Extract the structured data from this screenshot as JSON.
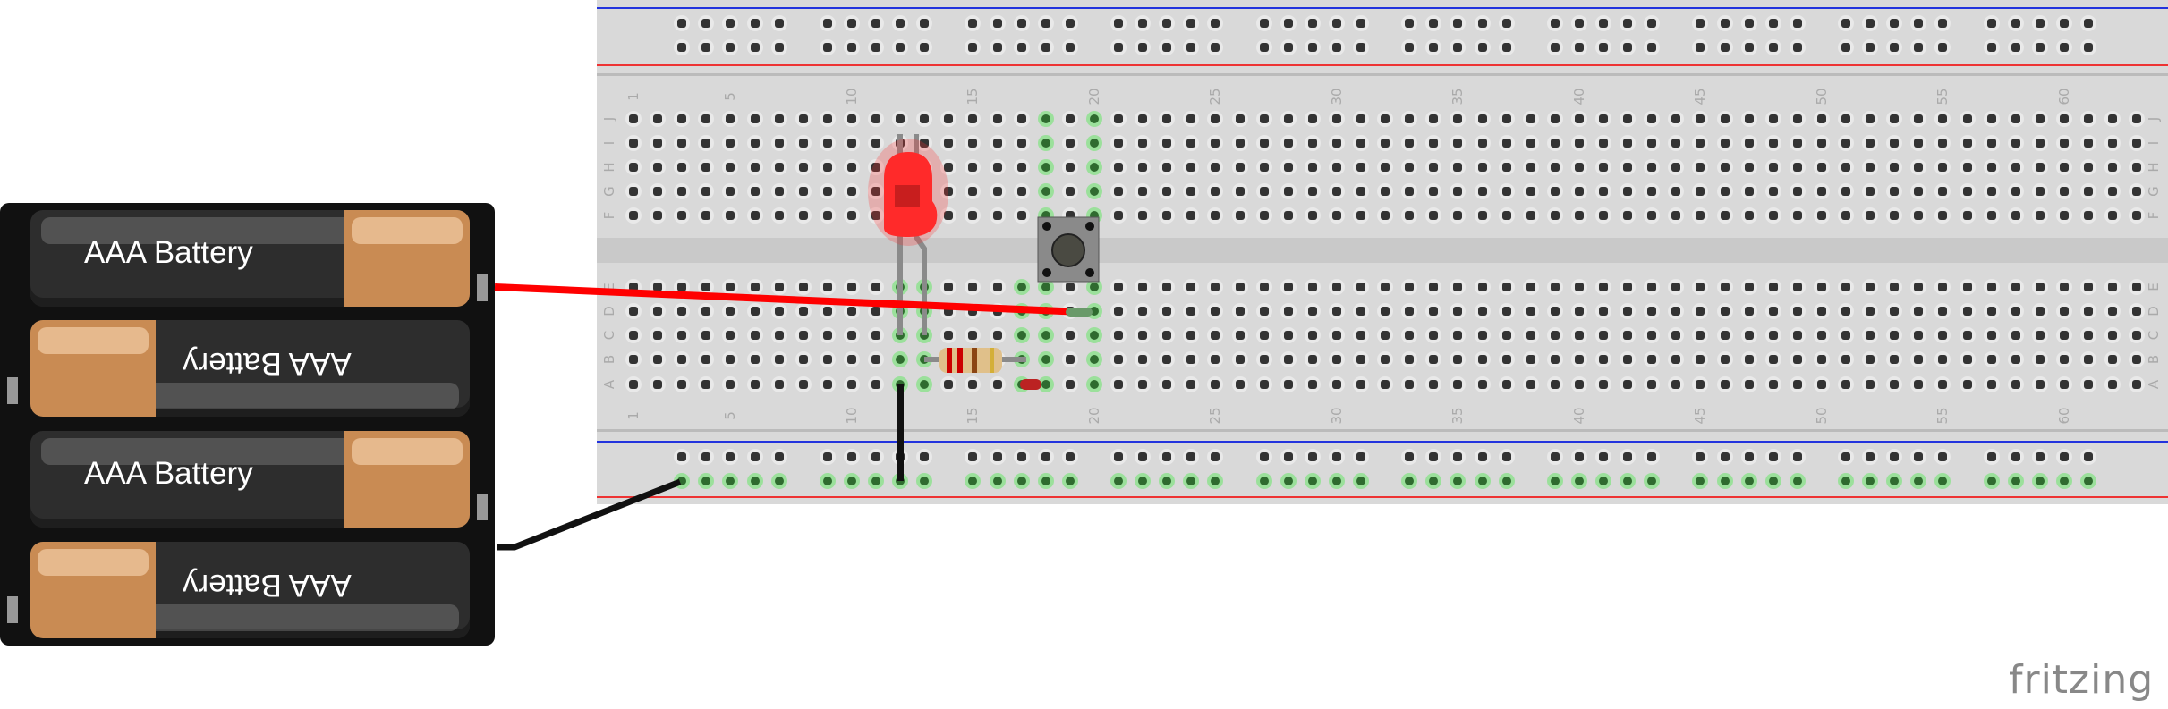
{
  "breadboard": {
    "row_letters_top": [
      "J",
      "I",
      "H",
      "G",
      "F"
    ],
    "row_letters_bottom": [
      "E",
      "D",
      "C",
      "B",
      "A"
    ],
    "column_numbers": [
      "1",
      "5",
      "10",
      "15",
      "20",
      "25",
      "30",
      "35",
      "40",
      "45",
      "50",
      "55",
      "60"
    ],
    "columns": 63
  },
  "battery_pack": {
    "batteries": [
      {
        "label": "AAA Battery",
        "orientation": "normal"
      },
      {
        "label": "AAA Battery",
        "orientation": "flipped"
      },
      {
        "label": "AAA Battery",
        "orientation": "normal"
      },
      {
        "label": "AAA Battery",
        "orientation": "flipped"
      }
    ]
  },
  "components": {
    "led_color": "#ff2a2a",
    "wire_positive_color": "#ff0000",
    "wire_ground_color": "#111111"
  },
  "logo": "fritzing"
}
